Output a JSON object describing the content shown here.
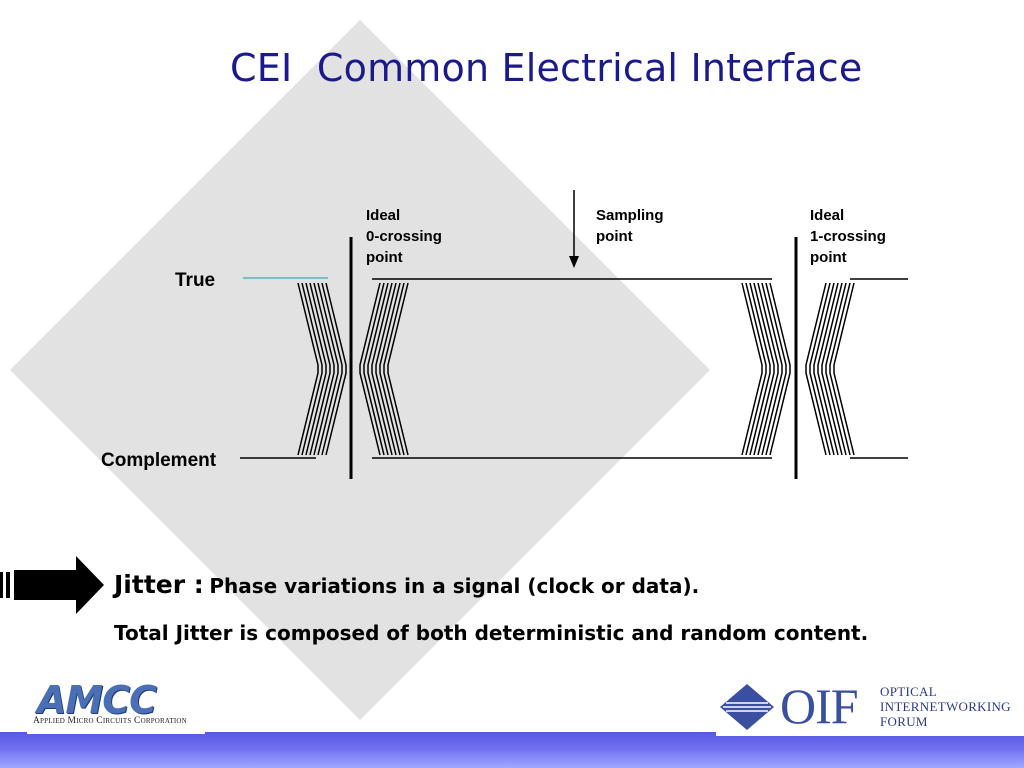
{
  "slide": {
    "title": "CEI  Common Electrical Interface"
  },
  "diagram": {
    "label_true": "True",
    "label_complement": "Complement",
    "ideal_zero": [
      "Ideal",
      "0-crossing",
      "point"
    ],
    "sampling": [
      "Sampling",
      "point"
    ],
    "ideal_one": [
      "Ideal",
      "1-crossing",
      "point"
    ]
  },
  "body": {
    "jitter_term": "Jitter :",
    "jitter_definition": "Phase variations in a signal (clock or data).",
    "total_jitter": "Total Jitter is composed of both deterministic and random content."
  },
  "logos": {
    "amcc_word": "AMCC",
    "amcc_subtitle": "Applied Micro Circuits Corporation",
    "oif_word": "OIF",
    "oif_line1": "OPTICAL",
    "oif_line2": "INTERNETWORKING",
    "oif_line3": "FORUM"
  },
  "colors": {
    "title": "#1a1a8c",
    "background_diamond": "#e2e2e2",
    "bottom_bar": "#6a6af0",
    "amcc_blue": "#4a6fb5",
    "oif_blue": "#3a4fa0"
  }
}
